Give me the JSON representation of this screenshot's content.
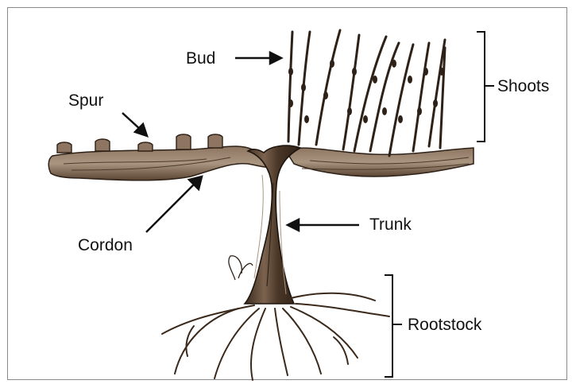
{
  "labels": {
    "bud": "Bud",
    "spur": "Spur",
    "shoots": "Shoots",
    "cordon": "Cordon",
    "trunk": "Trunk",
    "rootstock": "Rootstock"
  },
  "colors": {
    "ink": "#111111",
    "wood_dark": "#3b2a1c",
    "wood_mid": "#6e5440",
    "wood_light": "#a99580",
    "frame": "#8a8a8a"
  }
}
